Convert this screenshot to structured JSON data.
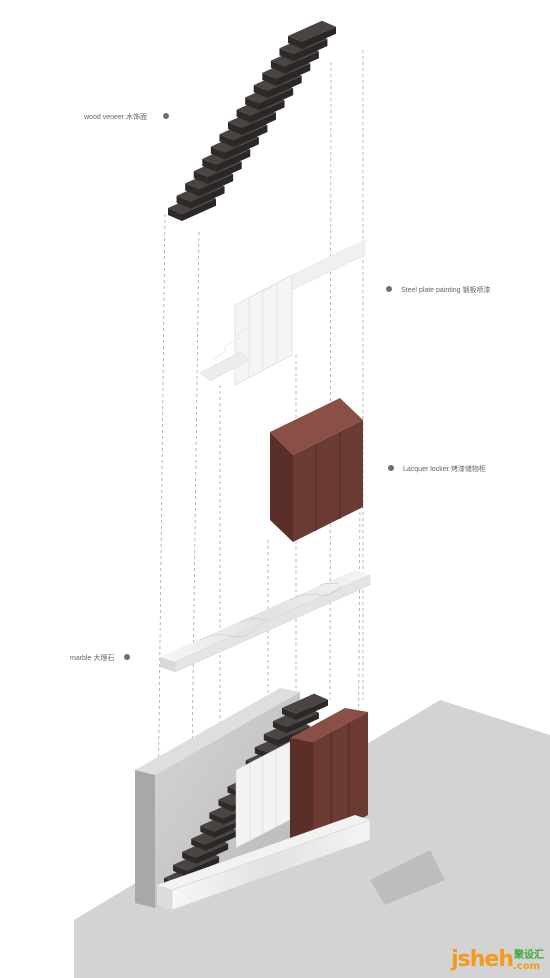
{
  "labels": {
    "wood_veneer": "wood veneer 木饰面",
    "steel_plate": "Steel plate painting 钢板喷漆",
    "lacquer_locker": "Lacquer locker 烤漆储物柜",
    "marble": "marble 大理石"
  },
  "watermark": {
    "main": "jsheh",
    "cn": "聚设汇",
    "dotcom": ".com"
  },
  "colors": {
    "wood": "#3a3533",
    "lacquer": "#6b3a33",
    "concrete": "#c9c9c9",
    "steel": "#f2f2f2",
    "marble": "#eeeeee"
  }
}
